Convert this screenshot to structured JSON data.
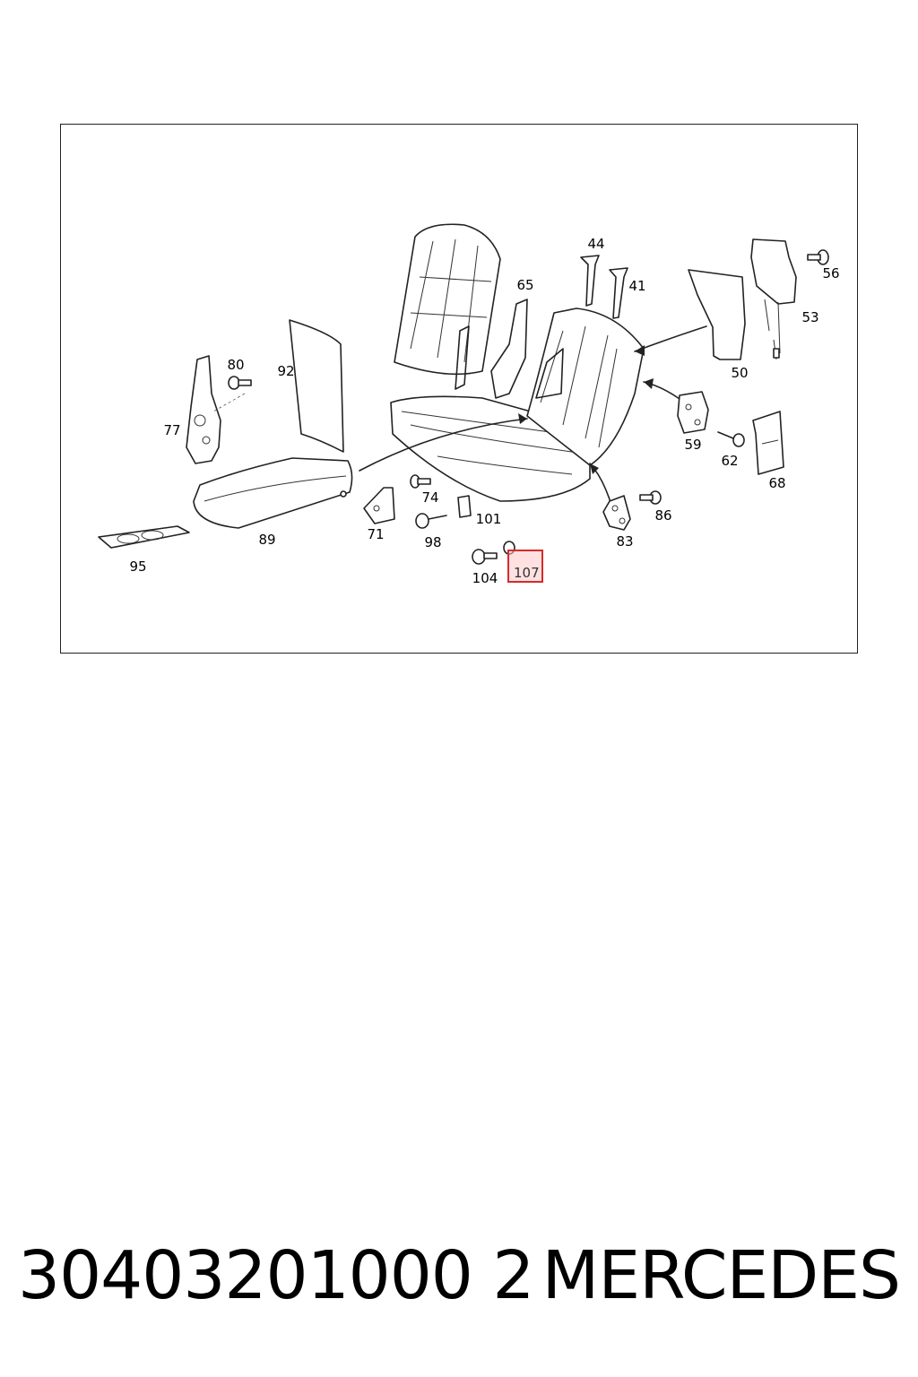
{
  "diagram": {
    "labels": {
      "p44": "44",
      "p41": "41",
      "p56": "56",
      "p53": "53",
      "p65": "65",
      "p80": "80",
      "p92": "92",
      "p50": "50",
      "p77": "77",
      "p59": "59",
      "p62": "62",
      "p68": "68",
      "p74": "74",
      "p101": "101",
      "p86": "86",
      "p89": "89",
      "p71": "71",
      "p98": "98",
      "p83": "83",
      "p95": "95",
      "p104": "104",
      "p107": "107"
    },
    "highlighted_part": "107",
    "highlight_color": "#d52b2b"
  },
  "footer": {
    "part_number": "30403201000 2",
    "brand": "MERCEDES"
  }
}
